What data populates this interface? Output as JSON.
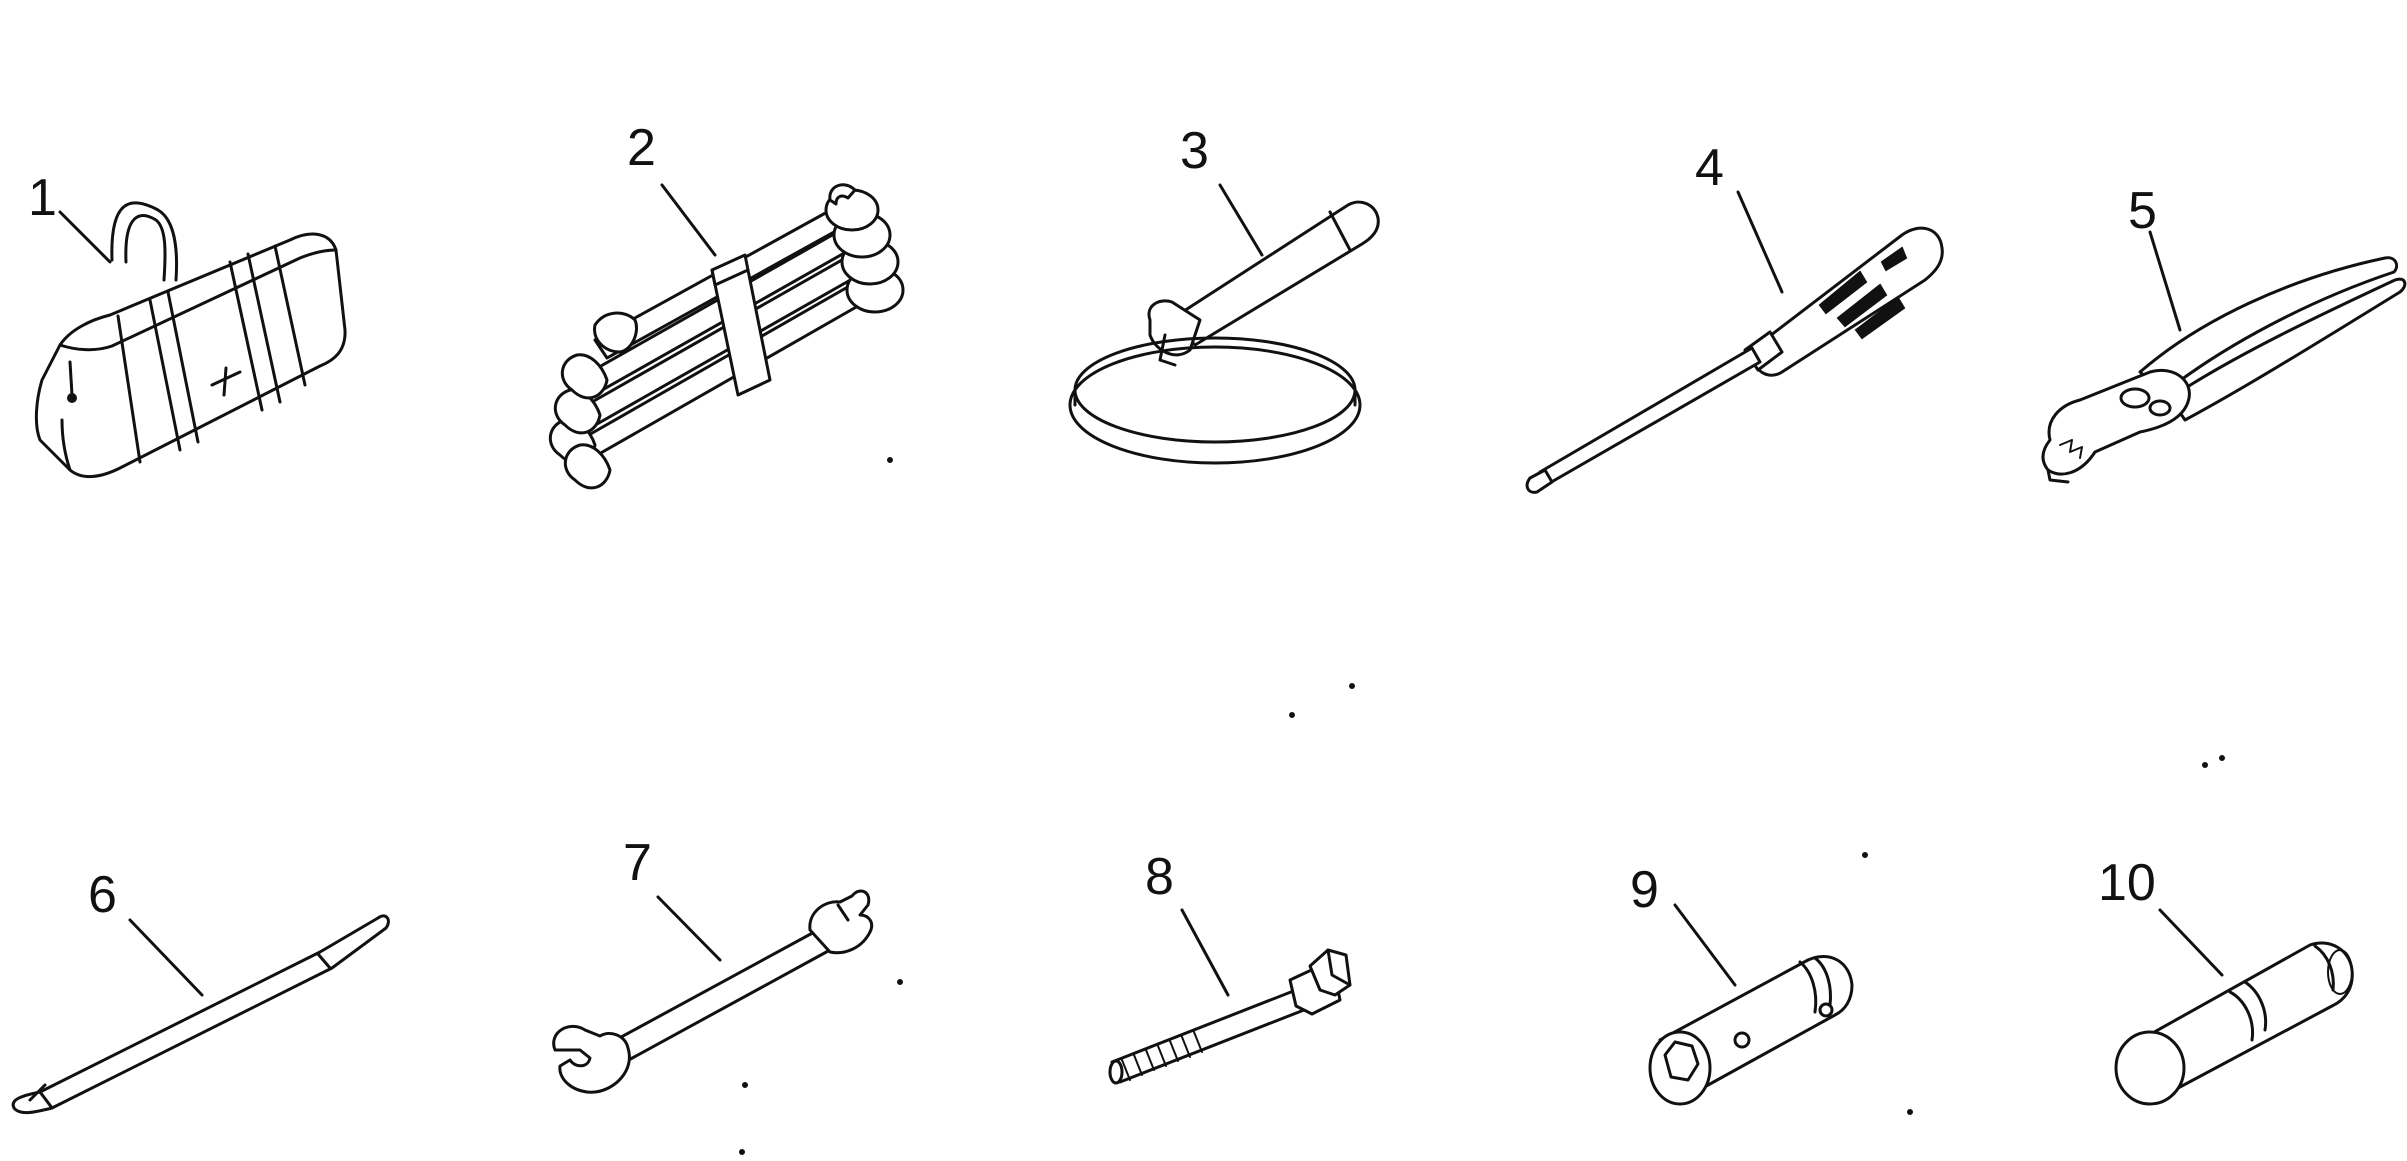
{
  "diagram": {
    "callouts": [
      "1",
      "2",
      "3",
      "4",
      "5",
      "6",
      "7",
      "8",
      "9",
      "10"
    ],
    "items": [
      {
        "number": "1",
        "icon": "tool-bag-icon"
      },
      {
        "number": "2",
        "icon": "wrench-set-icon"
      },
      {
        "number": "3",
        "icon": "filter-wrench-icon"
      },
      {
        "number": "4",
        "icon": "screwdriver-icon"
      },
      {
        "number": "5",
        "icon": "pliers-icon"
      },
      {
        "number": "6",
        "icon": "pry-bar-icon"
      },
      {
        "number": "7",
        "icon": "open-end-wrench-icon"
      },
      {
        "number": "8",
        "icon": "bolt-icon"
      },
      {
        "number": "9",
        "icon": "socket-wrench-icon"
      },
      {
        "number": "10",
        "icon": "socket-icon"
      }
    ]
  }
}
